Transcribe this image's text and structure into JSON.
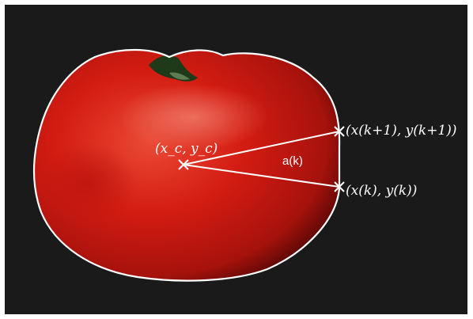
{
  "labels": {
    "centroid": "(x_c, y_c)",
    "point_k_plus_1": "(x(k+1), y(k+1))",
    "point_k": "(x(k), y(k))",
    "area": "a(k)"
  },
  "colors": {
    "background": "#1a1a1a",
    "tomato": "#d81c12",
    "outline": "#ffffff"
  }
}
